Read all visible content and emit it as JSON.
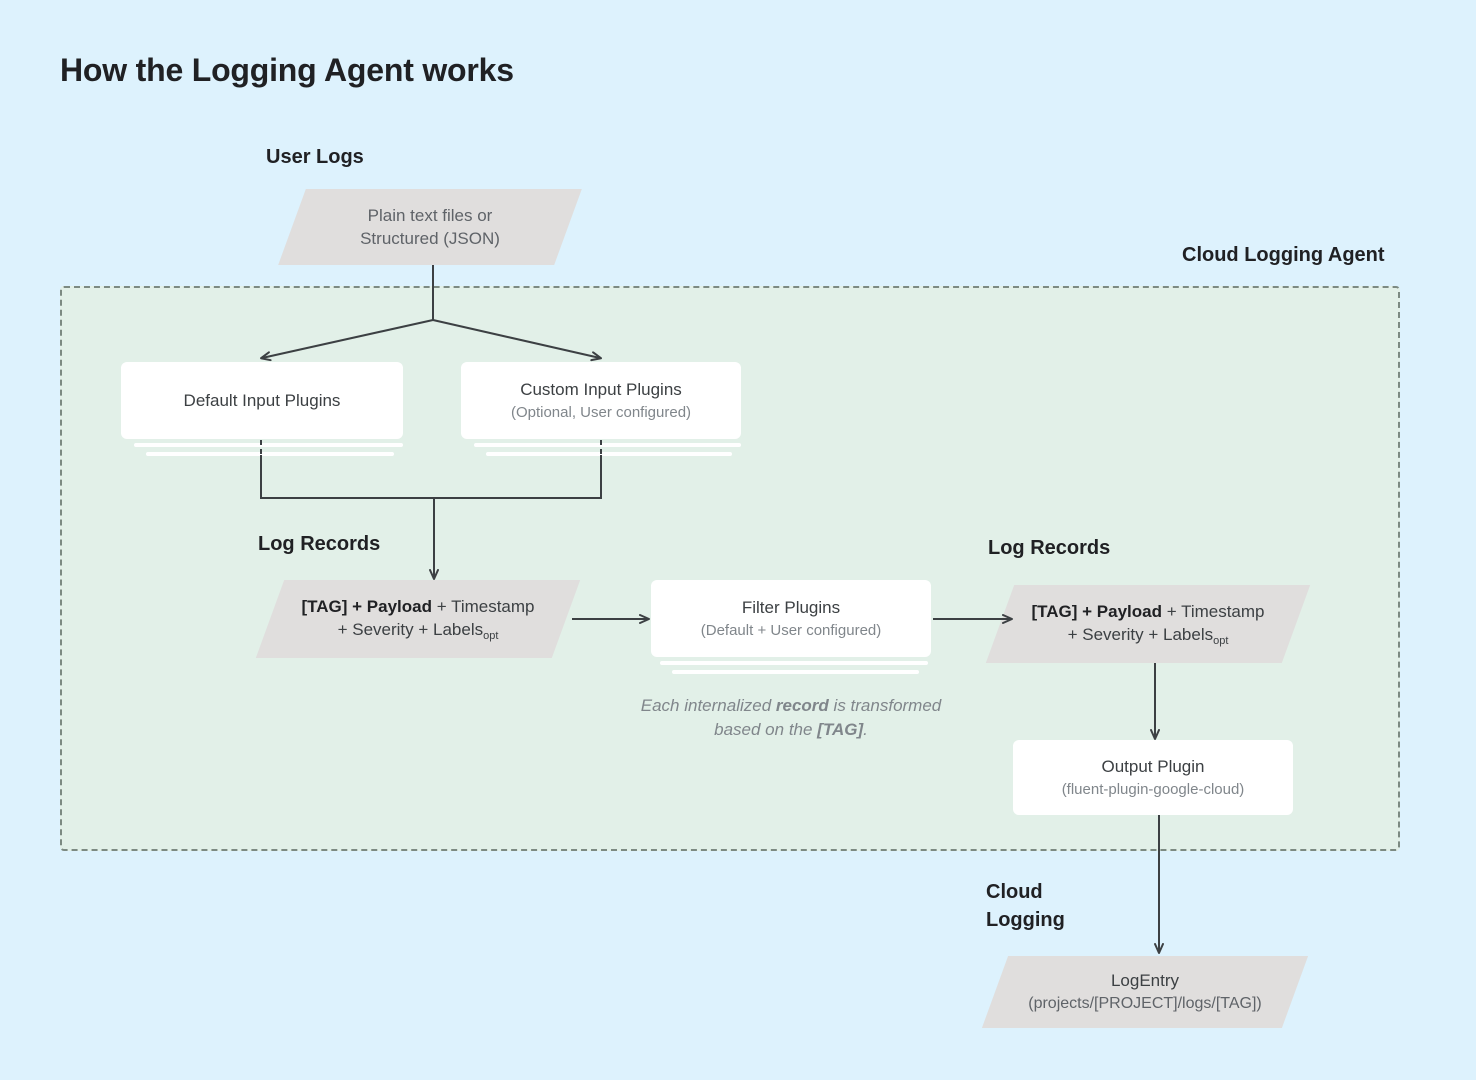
{
  "page": {
    "title": "How the Logging Agent works",
    "background_color": "#ddf2fd",
    "agent_background_color": "#e2f0e8",
    "parallelogram_color": "#e0dedd",
    "card_color": "#ffffff",
    "line_color": "#3c4043"
  },
  "labels": {
    "user_logs": "User Logs",
    "cloud_logging_agent": "Cloud Logging Agent",
    "log_records_left": "Log Records",
    "log_records_right": "Log Records",
    "cloud_logging": "Cloud\nLogging"
  },
  "nodes": {
    "user_logs_source": {
      "line1": "Plain text files or",
      "line2": "Structured (JSON)"
    },
    "default_input_plugins": {
      "title": "Default Input Plugins",
      "subtitle": ""
    },
    "custom_input_plugins": {
      "title": "Custom Input Plugins",
      "subtitle": "(Optional, User configured)"
    },
    "log_record_left": {
      "bold": "[TAG] + Payload",
      "rest": " + Timestamp",
      "line2_pre": "+ Severity + Labels",
      "line2_sub": "opt"
    },
    "filter_plugins": {
      "title": "Filter Plugins",
      "subtitle": "(Default + User configured)"
    },
    "log_record_right": {
      "bold": "[TAG] + Payload",
      "rest": " + Timestamp",
      "line2_pre": "+ Severity + Labels",
      "line2_sub": "opt"
    },
    "output_plugin": {
      "title": "Output Plugin",
      "subtitle": "(fluent-plugin-google-cloud)"
    },
    "log_entry": {
      "title": "LogEntry",
      "subtitle": "(projects/[PROJECT]/logs/[TAG])"
    }
  },
  "note": {
    "line1_pre": "Each internalized ",
    "line1_bold": "record",
    "line1_post": " is",
    "line2_pre": "transformed based on the ",
    "line2_bold": "[TAG]",
    "line2_post": "."
  }
}
